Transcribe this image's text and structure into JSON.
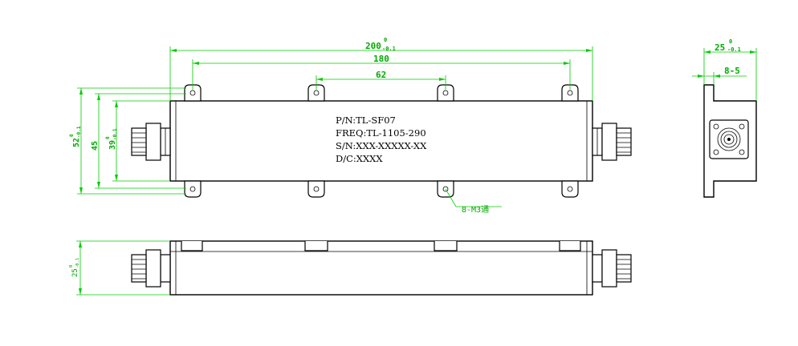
{
  "colors": {
    "outline": "#000000",
    "dimension": "#00aa00",
    "background": "#ffffff"
  },
  "labels": {
    "pn": "P/N:TL-SF07",
    "freq": "FREQ:TL-1105-290",
    "sn": "S/N:XXX-XXXXX-XX",
    "dc": "D/C:XXXX"
  },
  "dimensions": {
    "overall_length": {
      "value": "200",
      "tol_upper": "0",
      "tol_lower": "-0.1"
    },
    "hole_span": "180",
    "inner_hole_span": "62",
    "overall_width_right": {
      "value": "25",
      "tol_upper": "0",
      "tol_lower": "-0.1"
    },
    "connector_width": "8-5",
    "height_52": {
      "value": "52",
      "tol_upper": "0",
      "tol_lower": "-0.1"
    },
    "height_45": "45",
    "height_39": {
      "value": "39",
      "tol_upper": "0",
      "tol_lower": "-0.1"
    },
    "height_25": {
      "value": "25",
      "tol_upper": "0",
      "tol_lower": "-0.1"
    },
    "hole_callout": "8-M3通"
  }
}
